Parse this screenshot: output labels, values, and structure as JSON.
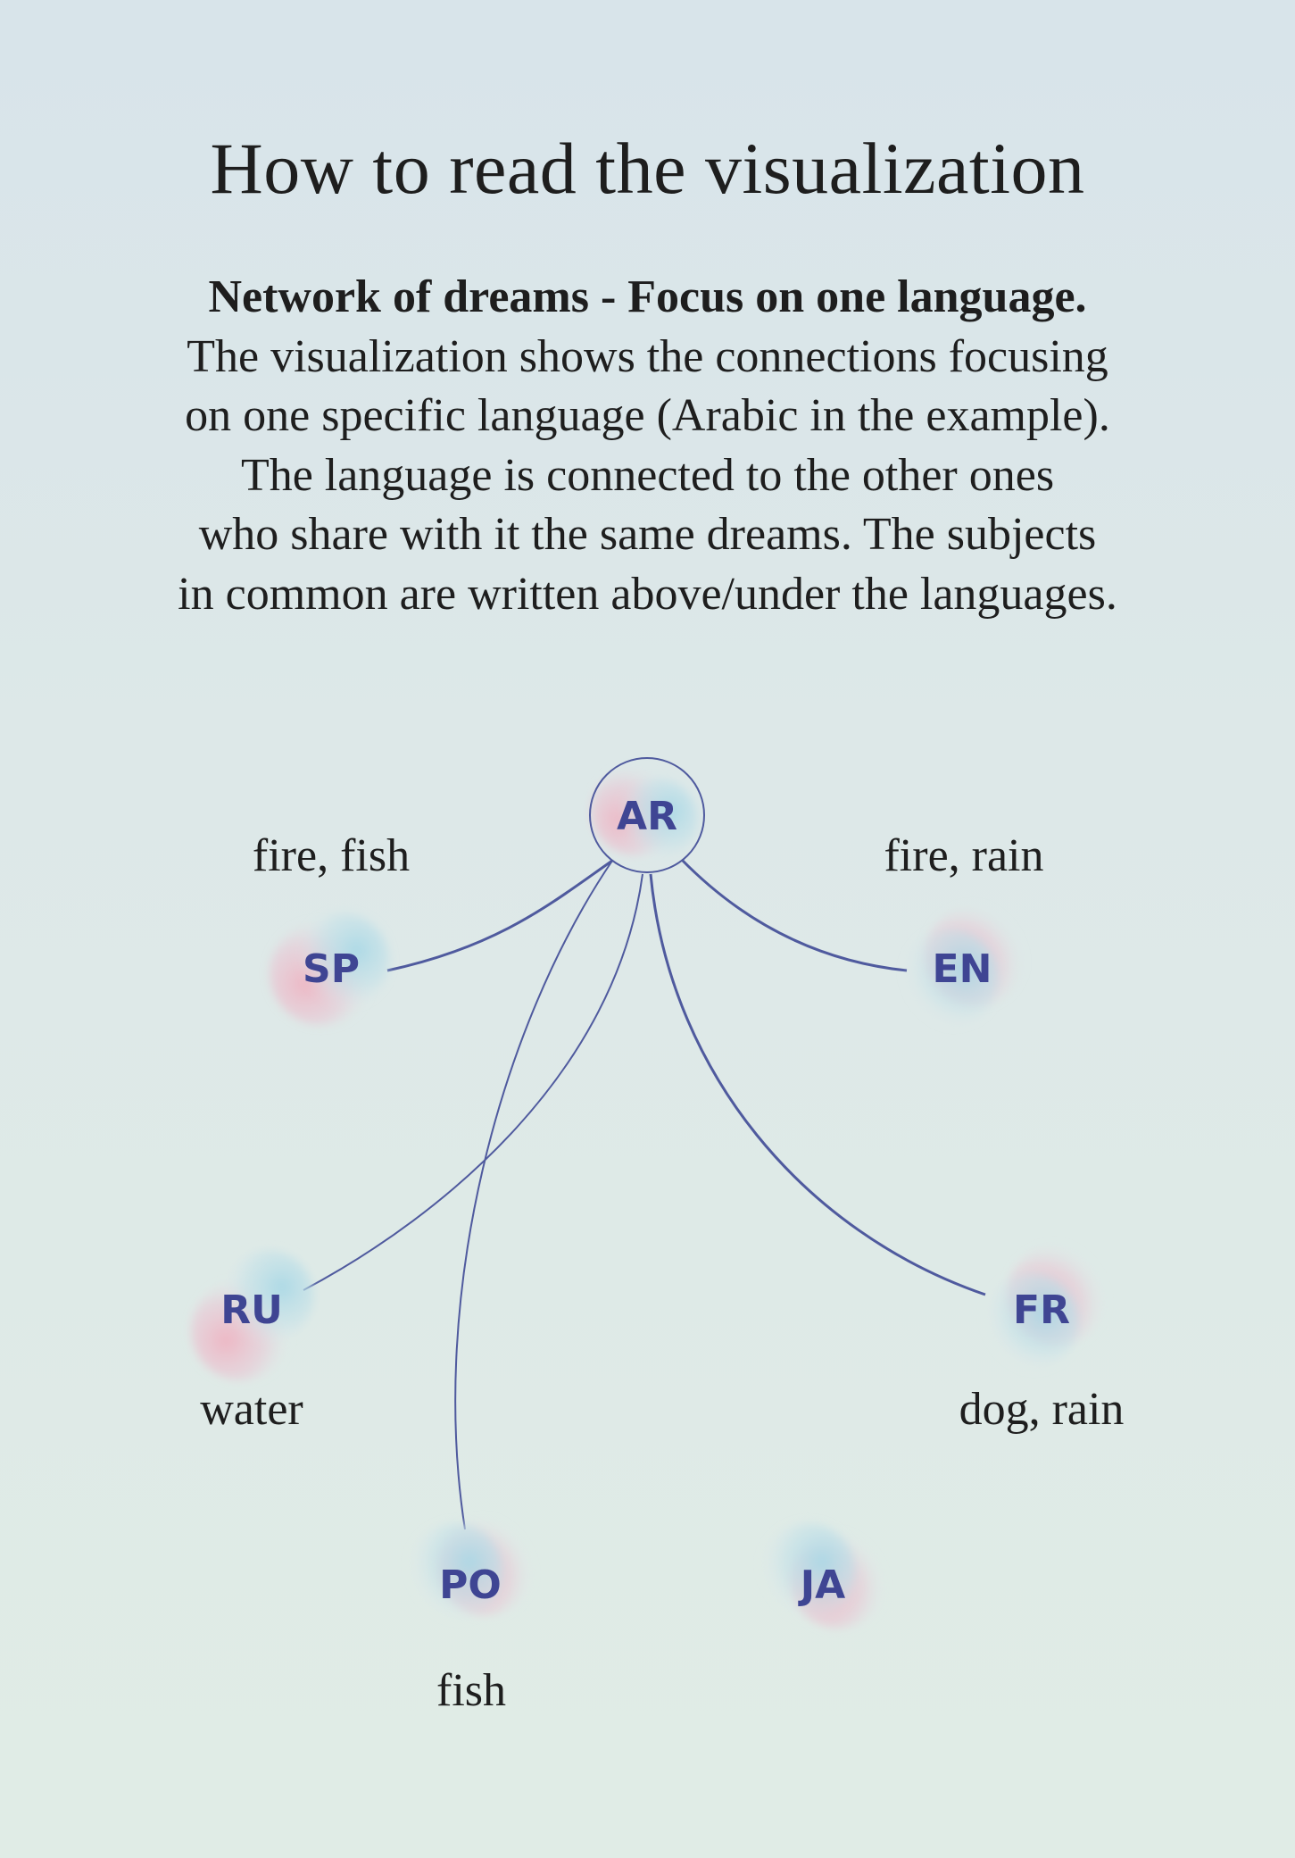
{
  "title": "How to read the visualization",
  "description": {
    "lead": "Network of dreams - Focus on one language.",
    "lines": [
      "The visualization shows the connections focusing",
      "on one specific language (Arabic in the example).",
      "The language is connected to the other ones",
      "who share with it the same dreams. The subjects",
      "in common are written above/under the languages."
    ]
  },
  "colors": {
    "node_text": "#3f4593",
    "edge": "#4f5a9e",
    "node_glow_pink": "#eeb8c4",
    "node_glow_blue": "#b4dae6"
  },
  "nodes": [
    {
      "id": "AR",
      "label": "AR",
      "focus": true
    },
    {
      "id": "SP",
      "label": "SP",
      "subjects": "fire, fish"
    },
    {
      "id": "EN",
      "label": "EN",
      "subjects": "fire, rain"
    },
    {
      "id": "RU",
      "label": "RU",
      "subjects": "water"
    },
    {
      "id": "FR",
      "label": "FR",
      "subjects": "dog, rain"
    },
    {
      "id": "PO",
      "label": "PO",
      "subjects": "fish"
    },
    {
      "id": "JA",
      "label": "JA"
    }
  ],
  "edges": [
    {
      "from": "AR",
      "to": "SP",
      "subjects": "fire, fish"
    },
    {
      "from": "AR",
      "to": "EN",
      "subjects": "fire, rain"
    },
    {
      "from": "AR",
      "to": "RU",
      "subjects": "water"
    },
    {
      "from": "AR",
      "to": "FR",
      "subjects": "dog, rain"
    },
    {
      "from": "AR",
      "to": "PO",
      "subjects": "fish"
    }
  ]
}
